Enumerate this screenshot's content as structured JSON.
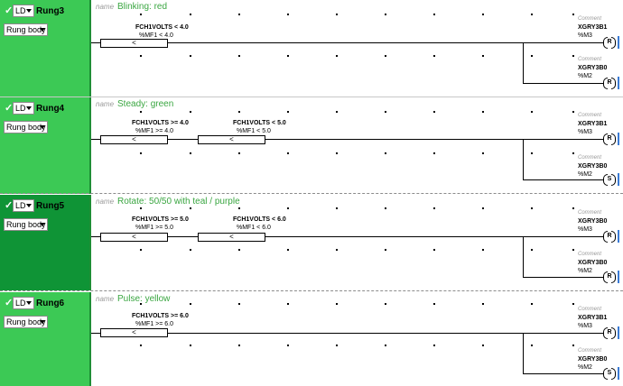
{
  "lang_label": "LD",
  "body_label": "Rung body",
  "name_placeholder": "name",
  "comment_placeholder": "Comment",
  "colors": {
    "rung_bg": "#3cc955",
    "rung_active_bg": "#0f9436",
    "comment_text": "#3aa641"
  },
  "rungs": [
    {
      "name": "Rung3",
      "comment": "Blinking: red",
      "contacts": [
        {
          "var": "FCH1VOLTS < 4.0",
          "addr": "%MF1 < 4.0",
          "op": "<"
        }
      ],
      "coils": [
        {
          "var": "XGRY3B1",
          "addr": "%M3",
          "type": "R"
        },
        {
          "var": "XGRY3B0",
          "addr": "%M2",
          "type": "R"
        }
      ]
    },
    {
      "name": "Rung4",
      "comment": "Steady: green",
      "contacts": [
        {
          "var": "FCH1VOLTS >= 4.0",
          "addr": "%MF1 >= 4.0",
          "op": "<"
        },
        {
          "var": "FCH1VOLTS < 5.0",
          "addr": "%MF1 < 5.0",
          "op": "<"
        }
      ],
      "coils": [
        {
          "var": "XGRY3B1",
          "addr": "%M3",
          "type": "R"
        },
        {
          "var": "XGRY3B0",
          "addr": "%M2",
          "type": "S"
        }
      ]
    },
    {
      "name": "Rung5",
      "comment": "Rotate: 50/50 with teal / purple",
      "contacts": [
        {
          "var": "FCH1VOLTS >= 5.0",
          "addr": "%MF1 >= 5.0",
          "op": "<"
        },
        {
          "var": "FCH1VOLTS < 6.0",
          "addr": "%MF1 < 6.0",
          "op": "<"
        }
      ],
      "coils": [
        {
          "var": "XGRY3B0",
          "addr": "%M3",
          "type": "R"
        },
        {
          "var": "XGRY3B0",
          "addr": "%M2",
          "type": "R"
        }
      ]
    },
    {
      "name": "Rung6",
      "comment": "Pulse: yellow",
      "contacts": [
        {
          "var": "FCH1VOLTS >= 6.0",
          "addr": "%MF1 >= 6.0",
          "op": "<"
        }
      ],
      "coils": [
        {
          "var": "XGRY3B1",
          "addr": "%M3",
          "type": "R"
        },
        {
          "var": "XGRY3B0",
          "addr": "%M2",
          "type": "S"
        }
      ]
    }
  ]
}
